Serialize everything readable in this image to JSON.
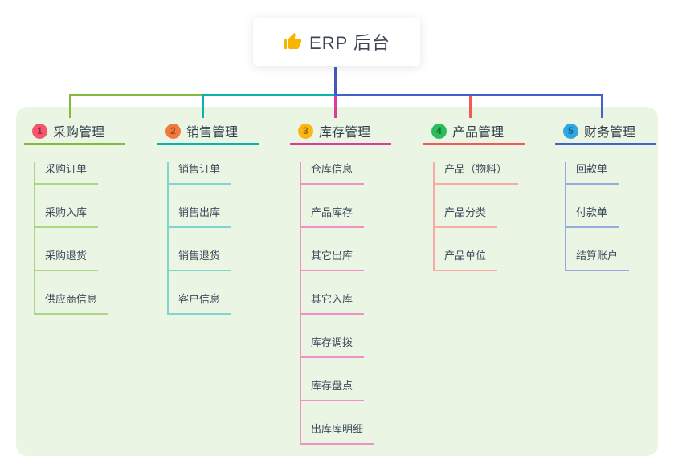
{
  "root": {
    "title": "ERP 后台",
    "icon": "thumbs-up-icon",
    "icon_color": "#f7b500",
    "text_color": "#3c4654",
    "line_color": "#4758bd"
  },
  "panel": {
    "background": "#eaf6e3"
  },
  "branches": [
    {
      "badge": "1",
      "title": "采购管理",
      "badge_bg": "#f4566e",
      "badge_fg": "#a02a44",
      "line": "#82ba40",
      "light": "#abd685",
      "children": [
        "采购订单",
        "采购入库",
        "采购退货",
        "供应商信息"
      ]
    },
    {
      "badge": "2",
      "title": "销售管理",
      "badge_bg": "#f07a3e",
      "badge_fg": "#a04a14",
      "line": "#0cb2af",
      "light": "#83d4cf",
      "children": [
        "销售订单",
        "销售出库",
        "销售退货",
        "客户信息"
      ]
    },
    {
      "badge": "3",
      "title": "库存管理",
      "badge_bg": "#fcb514",
      "badge_fg": "#966806",
      "line": "#de3c9b",
      "light": "#f391c6",
      "children": [
        "仓库信息",
        "产品库存",
        "其它出库",
        "其它入库",
        "库存调拨",
        "库存盘点",
        "出库库明细"
      ]
    },
    {
      "badge": "4",
      "title": "产品管理",
      "badge_bg": "#2dbc5c",
      "badge_fg": "#0f7232",
      "line": "#f15b55",
      "light": "#f8aba6",
      "children": [
        "产品（物料）",
        "产品分类",
        "产品单位"
      ]
    },
    {
      "badge": "5",
      "title": "财务管理",
      "badge_bg": "#2fa8e1",
      "badge_fg": "#156093",
      "line": "#4161cb",
      "light": "#97a9de",
      "children": [
        "回款单",
        "付款单",
        "结算账户"
      ]
    }
  ]
}
